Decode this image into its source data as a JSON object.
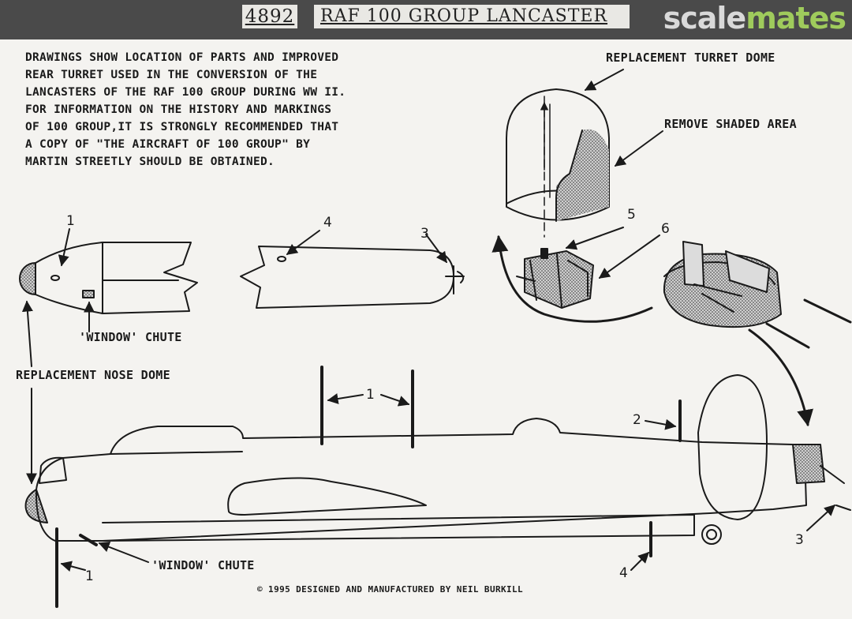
{
  "header": {
    "kit_number": "4892",
    "title": "RAF 100 GROUP LANCASTER",
    "brand_part1": "scale",
    "brand_part2": "mates"
  },
  "intro_lines": [
    "DRAWINGS SHOW LOCATION OF PARTS AND IMPROVED",
    "REAR TURRET USED IN THE CONVERSION OF THE",
    "LANCASTERS OF THE RAF 100 GROUP DURING WW II.",
    "FOR INFORMATION ON THE HISTORY AND MARKINGS",
    "OF 100 GROUP,IT IS STRONGLY RECOMMENDED THAT",
    "A COPY OF \"THE AIRCRAFT OF 100 GROUP\" BY",
    "MARTIN STREETLY SHOULD BE OBTAINED."
  ],
  "labels": {
    "replacement_turret_dome": "REPLACEMENT TURRET DOME",
    "remove_shaded_area": "REMOVE SHADED AREA",
    "window_chute_top": "'WINDOW' CHUTE",
    "replacement_nose_dome": "REPLACEMENT NOSE DOME",
    "window_chute_bottom": "'WINDOW' CHUTE"
  },
  "part_numbers": {
    "p1_nose": "1",
    "p4_fuselage": "4",
    "p3_tail": "3",
    "p5_turret": "5",
    "p6_turret": "6",
    "p1_antennas": "1",
    "p2_fin": "2",
    "p4_bottom": "4",
    "p3_bottom": "3",
    "p1_bottom": "1"
  },
  "footer": "© 1995 DESIGNED AND MANUFACTURED BY NEIL BURKILL",
  "colors": {
    "paper": "#f4f3f0",
    "ink": "#1a1a1a",
    "header_bar": "#4a4a4a",
    "brand_grey": "#d9d9d9",
    "brand_green": "#9fcb5c"
  }
}
